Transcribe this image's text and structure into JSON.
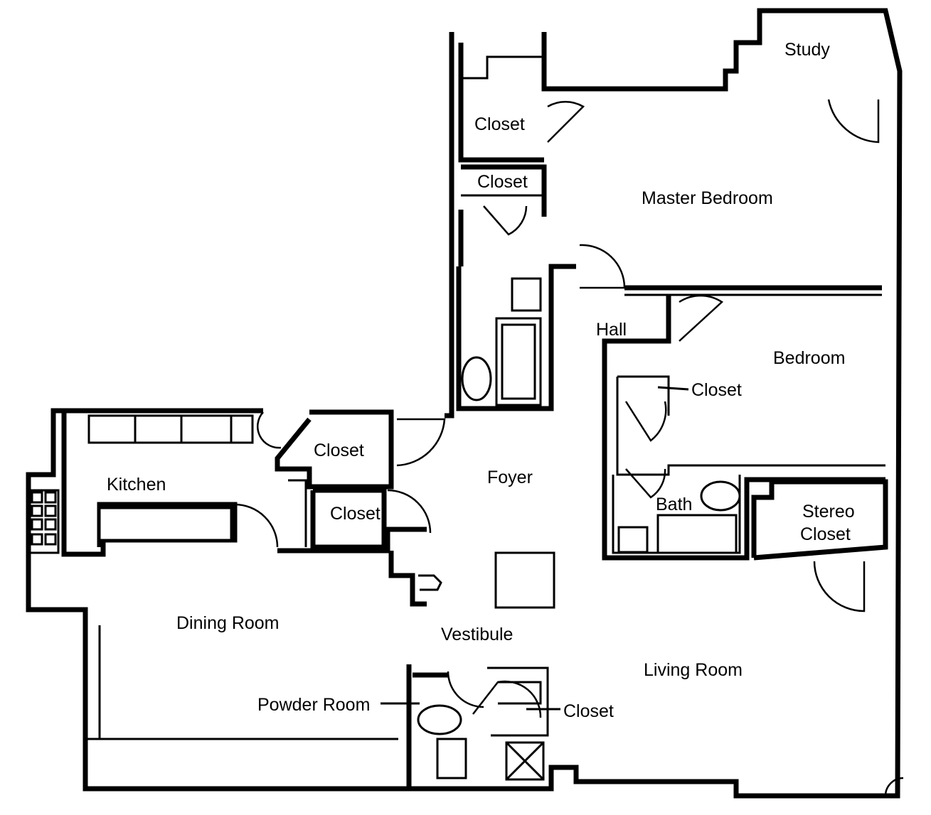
{
  "floor_plan": {
    "rooms": {
      "study": "Study",
      "master_bedroom": "Master Bedroom",
      "closet_1": "Closet",
      "closet_2": "Closet",
      "hall": "Hall",
      "bedroom": "Bedroom",
      "bedroom_closet": "Closet",
      "kitchen": "Kitchen",
      "closet_3": "Closet",
      "closet_4": "Closet",
      "foyer": "Foyer",
      "bath": "Bath",
      "stereo_closet_line1": "Stereo",
      "stereo_closet_line2": "Closet",
      "dining_room": "Dining Room",
      "vestibule": "Vestibule",
      "living_room": "Living Room",
      "powder_room": "Powder Room",
      "vestibule_closet": "Closet"
    }
  }
}
